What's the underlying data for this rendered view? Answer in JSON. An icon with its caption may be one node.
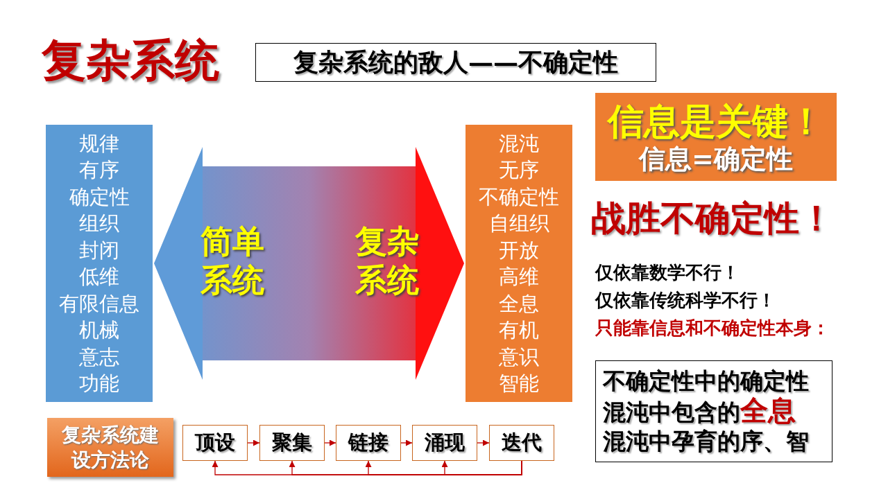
{
  "diagram": {
    "title": "复杂系统",
    "nodes": [
      {
        "text": [
          "复杂系统的敌人——不确定性"
        ]
      },
      {
        "text": [
          "规律",
          "有序",
          "确定性",
          "组织",
          "封闭",
          "低维",
          "有限信息",
          "机械",
          "意志",
          "功能"
        ]
      },
      {
        "text": [
          "混沌",
          "无序",
          "不确定性",
          "自组织",
          "开放",
          "高维",
          "全息",
          "有机",
          "意识",
          "智能"
        ]
      },
      {
        "text": [
          "信息是关键！",
          "信息=确定性"
        ]
      },
      {
        "text": [
          "不确定性中的确定性",
          "混沌中包含的**全息**",
          "混沌中孕育的序、智"
        ]
      },
      {
        "text": [
          "复杂系统建设方法论"
        ]
      },
      {
        "text": [
          "顶设"
        ]
      },
      {
        "text": [
          "聚集"
        ]
      },
      {
        "text": [
          "链接"
        ]
      },
      {
        "text": [
          "涌现"
        ]
      },
      {
        "text": [
          "迭代"
        ]
      }
    ],
    "edges": [
      {
        "from": 1,
        "to": 2,
        "arrow": "both",
        "style": "thick"
      },
      {
        "from": 6,
        "to": 7,
        "arrow": "to"
      },
      {
        "from": 7,
        "to": 8,
        "arrow": "to"
      },
      {
        "from": 8,
        "to": 9,
        "arrow": "to"
      },
      {
        "from": 9,
        "to": 10,
        "arrow": "to"
      },
      {
        "from": 10,
        "to": 6,
        "arrow": "to"
      },
      {
        "from": 10,
        "to": 7,
        "arrow": "to"
      },
      {
        "from": 10,
        "to": 8,
        "arrow": "to"
      },
      {
        "from": 10,
        "to": 9,
        "arrow": "to"
      }
    ],
    "labels": [
      "简单系统",
      "复杂系统",
      "战胜不确定性！",
      "仅依靠数学不行！",
      "仅依靠传统科学不行！",
      "只能靠信息和不确定性本身："
    ]
  }
}
